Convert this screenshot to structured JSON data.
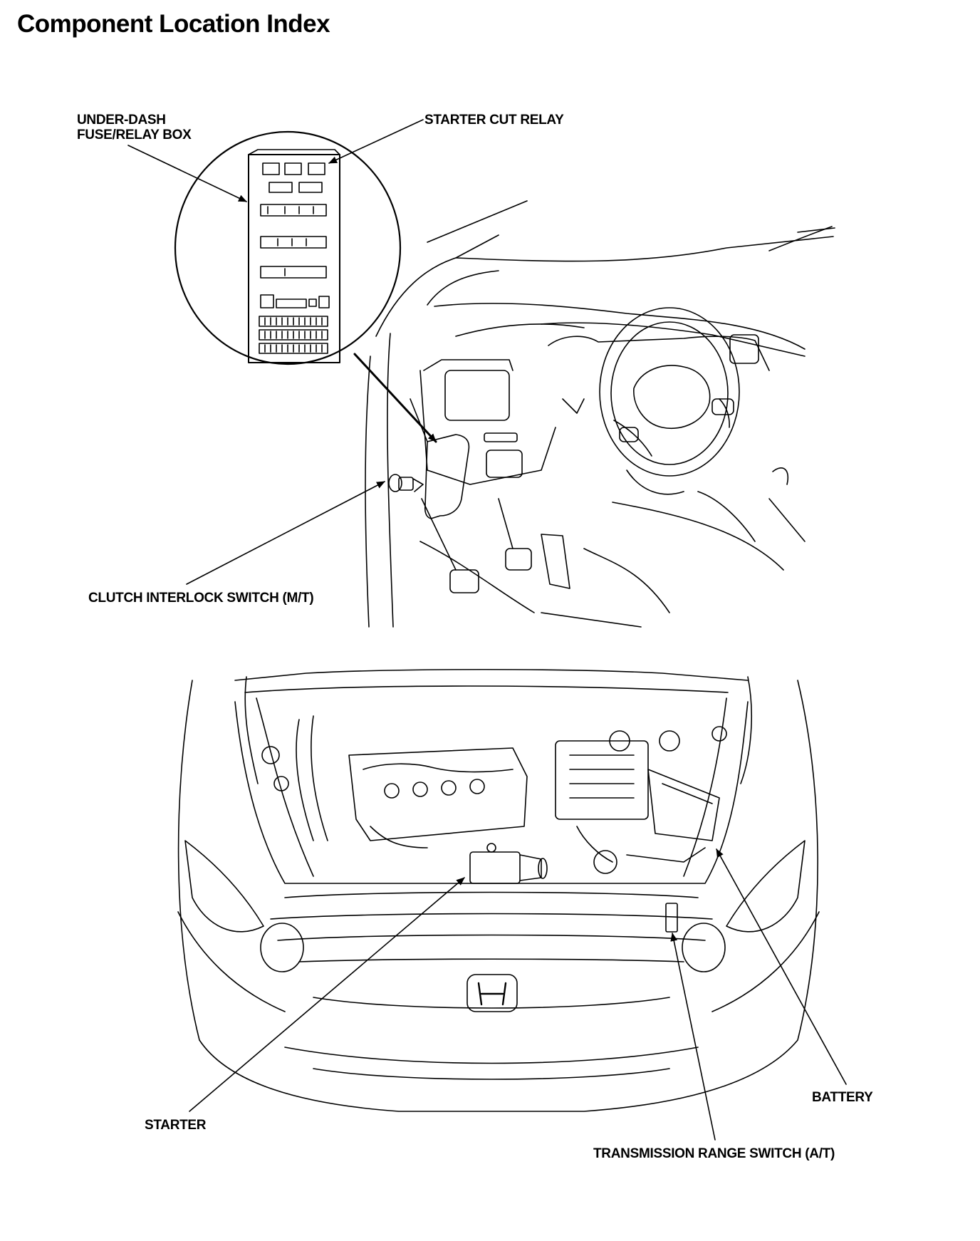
{
  "page": {
    "title": "Component Location Index"
  },
  "callouts": {
    "under_dash_fuse_relay_box": {
      "line1": "UNDER-DASH",
      "line2": "FUSE/RELAY BOX"
    },
    "starter_cut_relay": "STARTER CUT RELAY",
    "clutch_interlock_switch": "CLUTCH INTERLOCK SWITCH (M/T)",
    "starter": "STARTER",
    "battery": "BATTERY",
    "transmission_range_switch": "TRANSMISSION RANGE SWITCH (A/T)"
  },
  "colors": {
    "ink": "#000000",
    "paper": "#ffffff"
  }
}
